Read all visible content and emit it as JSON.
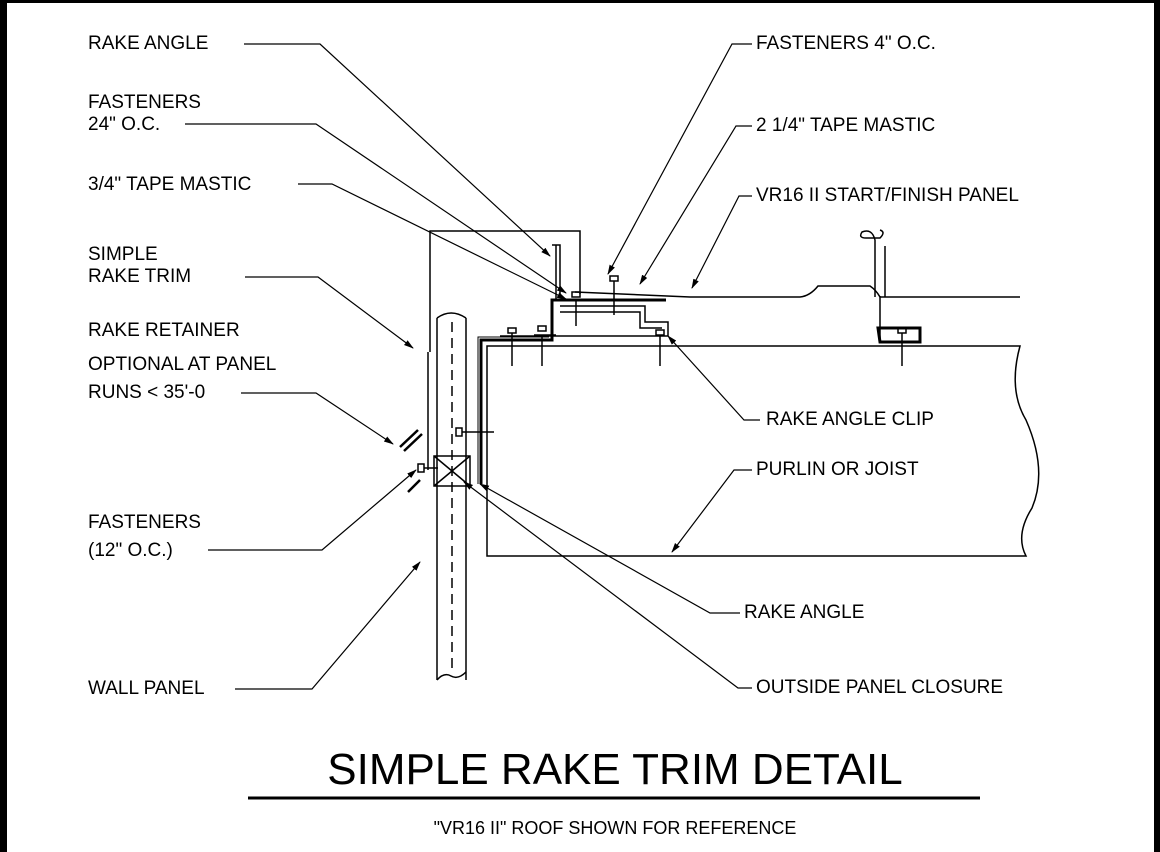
{
  "title": "SIMPLE RAKE TRIM DETAIL",
  "subtitle": "\"VR16 II\" ROOF SHOWN FOR REFERENCE",
  "labels_left": {
    "rake_angle_top": "RAKE ANGLE",
    "fasteners_24_line1": "FASTENERS",
    "fasteners_24_line2": "24\" O.C.",
    "tape_mastic_34": "3/4\" TAPE MASTIC",
    "simple_rake_trim_line1": "SIMPLE",
    "simple_rake_trim_line2": "RAKE TRIM",
    "rake_retainer_line1": "RAKE RETAINER",
    "rake_retainer_line2": "OPTIONAL AT PANEL",
    "rake_retainer_line3": "RUNS < 35'-0",
    "fasteners_12_line1": "FASTENERS",
    "fasteners_12_line2": "(12\" O.C.)",
    "wall_panel": "WALL PANEL"
  },
  "labels_right": {
    "fasteners_4": "FASTENERS 4\" O.C.",
    "tape_mastic_214": "2 1/4\" TAPE MASTIC",
    "start_finish_panel": "VR16 II START/FINISH PANEL",
    "rake_angle_clip": "RAKE ANGLE CLIP",
    "purlin_or_joist": "PURLIN OR JOIST",
    "rake_angle_bottom": "RAKE ANGLE",
    "outside_panel_closure": "OUTSIDE PANEL CLOSURE"
  },
  "colors": {
    "ink": "#000000",
    "paper": "#ffffff"
  }
}
